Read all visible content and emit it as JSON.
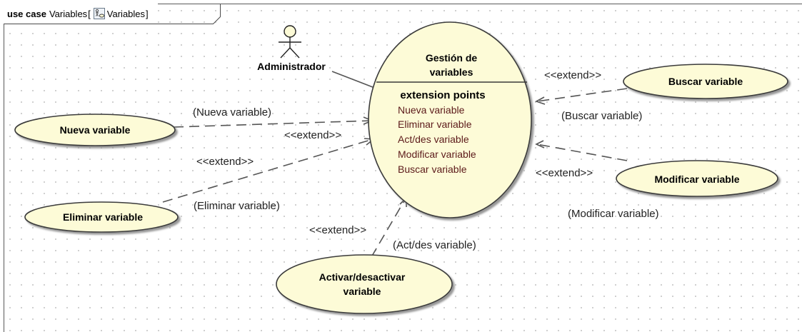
{
  "frame": {
    "keyword": "use case",
    "name": "Variables",
    "diagram_ref": "Variables",
    "bracket_open": "[",
    "bracket_close": "]"
  },
  "actor": {
    "name": "Administrador"
  },
  "main_use_case": {
    "title_line1": "Gestión de",
    "title_line2": "variables",
    "extension_points_title": "extension points",
    "extension_points": [
      "Nueva variable",
      "Eliminar variable",
      "Act/des variable",
      "Modificar variable",
      "Buscar variable"
    ]
  },
  "use_cases": {
    "nueva": "Nueva variable",
    "eliminar": "Eliminar variable",
    "activar_line1": "Activar/desactivar",
    "activar_line2": "variable",
    "buscar": "Buscar variable",
    "modificar": "Modificar variable"
  },
  "relation_labels": {
    "nueva_condition": "(Nueva variable)",
    "nueva_stereotype": "<<extend>>",
    "eliminar_stereotype": "<<extend>>",
    "eliminar_condition": "(Eliminar variable)",
    "activar_stereotype": "<<extend>>",
    "activar_condition": "(Act/des variable)",
    "buscar_stereotype": "<<extend>>",
    "buscar_condition": "(Buscar variable)",
    "modificar_stereotype": "<<extend>>",
    "modificar_condition": "(Modificar variable)"
  },
  "colors": {
    "use_case_fill": "#fdfbd7",
    "use_case_stroke": "#3a3a3a",
    "shadow": "#9a9a9a",
    "actor_fill": "#fdfbd7",
    "line": "#555555"
  }
}
